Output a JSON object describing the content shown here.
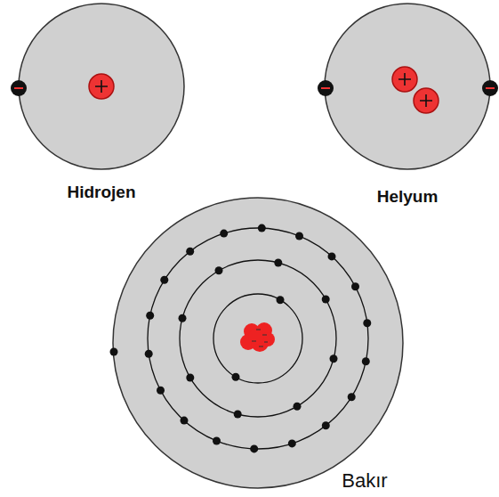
{
  "diagram": {
    "labels": [
      "Hidrojen",
      "Helyum",
      "Bakır"
    ]
  }
}
